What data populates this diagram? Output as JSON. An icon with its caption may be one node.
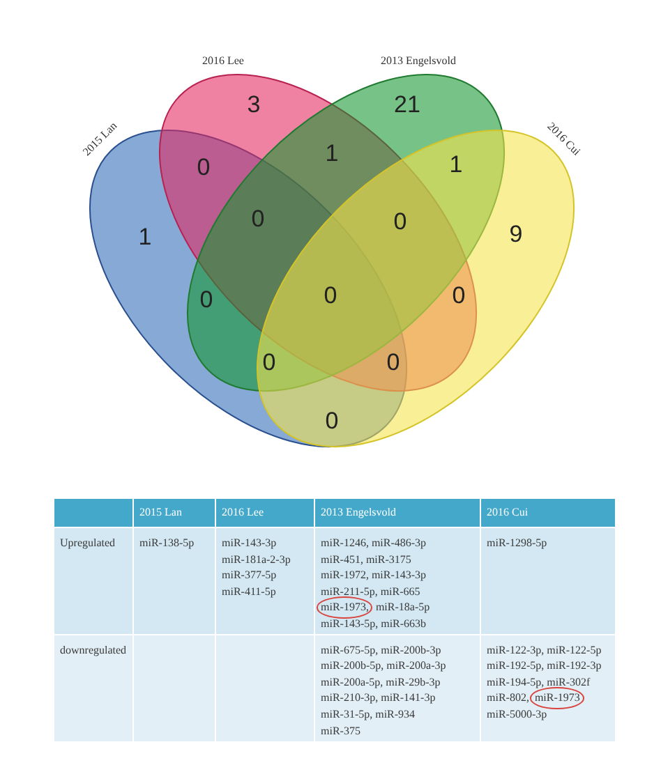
{
  "diagram": {
    "nodes": [
      {
        "text": [
          "2015 Lan"
        ]
      },
      {
        "text": [
          "2016 Lee"
        ]
      },
      {
        "text": [
          "2013 Engelsvold"
        ]
      },
      {
        "text": [
          "2016 Cui"
        ]
      }
    ],
    "labels": [
      "3",
      "21",
      "0",
      "1",
      "1",
      "1",
      "0",
      "0",
      "9",
      "0",
      "0",
      "0",
      "0",
      "0",
      "0",
      "2015 Lan",
      "2016 Lee",
      "2013 Engelsvold",
      "2016 Cui",
      "Upregulated",
      "miR-138-5p",
      "miR-143-3p",
      "miR-181a-2-3p",
      "miR-377-5p",
      "miR-411-5p",
      "miR-1246, miR-486-3p",
      "miR-451, miR-3175",
      "miR-1972, miR-143-3p",
      "miR-211-5p, miR-665",
      "miR-1973,",
      "miR-18a-5p",
      "miR-143-5p, miR-663b",
      "miR-1298-5p",
      "downregulated",
      "miR-675-5p, miR-200b-3p",
      "miR-200b-5p, miR-200a-3p",
      "miR-200a-5p, miR-29b-3p",
      "miR-210-3p, miR-141-3p",
      "miR-31-5p, miR-934",
      "miR-375",
      "miR-122-3p, miR-122-5p",
      "miR-192-5p, miR-192-3p",
      "miR-194-5p, miR-302f",
      "miR-802,",
      "miR-1973",
      "miR-5000-3p"
    ]
  }
}
